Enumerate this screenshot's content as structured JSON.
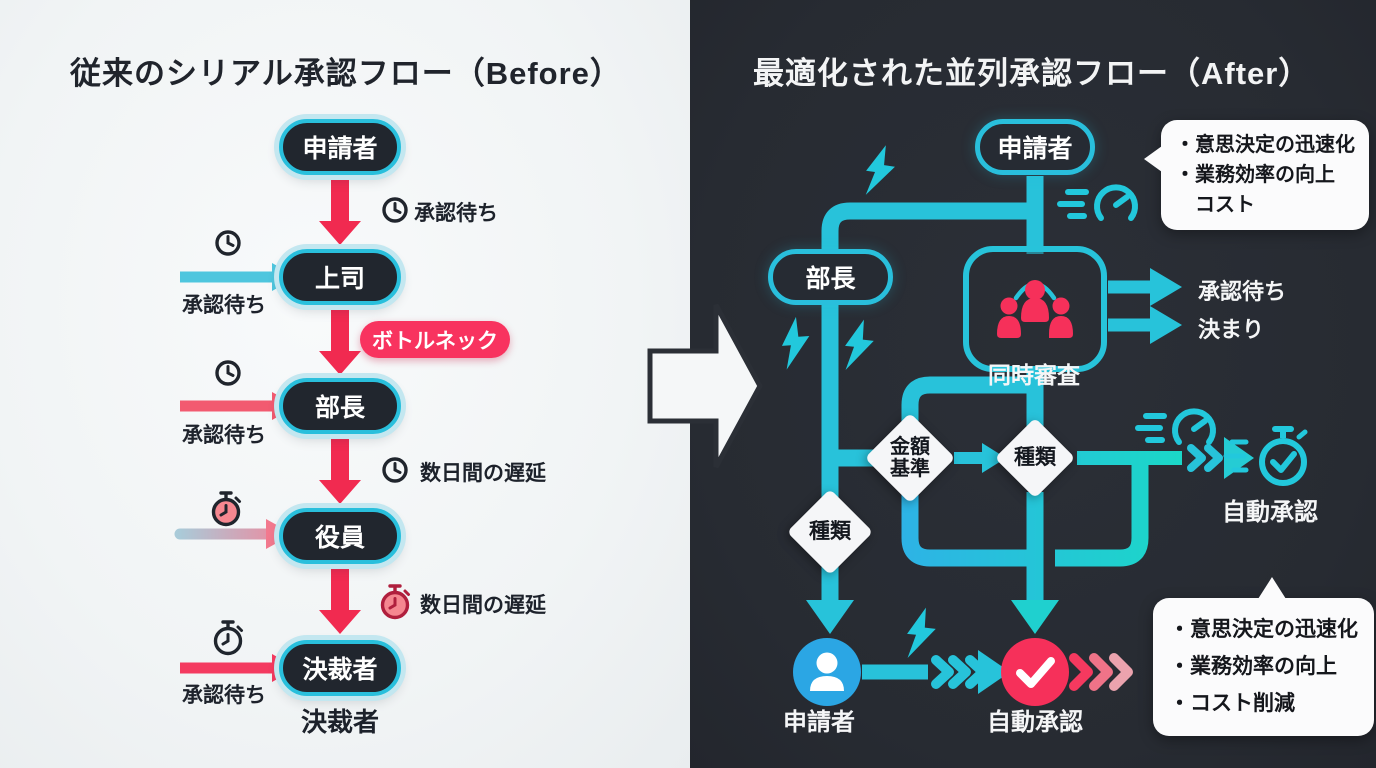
{
  "colors": {
    "cyan": "#28c2da",
    "teal": "#1bd8c8",
    "pink": "#f6305a",
    "red_arrow": "#f12a50",
    "blue": "#2ba6e4",
    "dark_bg": "#282c33",
    "light_bg": "#f3f5f6",
    "badge_pink": "#f8335f"
  },
  "left": {
    "title": "従来のシリアル承認フロー（Before）",
    "nodes": [
      {
        "label": "申請者"
      },
      {
        "label": "上司"
      },
      {
        "label": "部長"
      },
      {
        "label": "役員"
      },
      {
        "label": "決裁者"
      }
    ],
    "final_label": "決裁者",
    "bottleneck_badge": "ボトルネック",
    "labels": {
      "wait_after_applicant": "承認待ち",
      "wait_into_boss": "承認待ち",
      "wait_into_manager": "承認待ち",
      "delay_after_manager": "数日間の遅延",
      "delay_after_exec": "数日間の遅延",
      "wait_into_approver": "承認待ち"
    }
  },
  "right": {
    "title": "最適化された並列承認フロー（After）",
    "applicant_top": "申請者",
    "manager": "部長",
    "review_box_label": "同時審査",
    "arrow_wait": "承認待ち",
    "arrow_decided": "決まり",
    "diamond_amount": {
      "line1": "金額",
      "line2": "基準"
    },
    "diamond_type_center": "種類",
    "diamond_type_left": "種類",
    "auto_approve_fast": "自動承認",
    "applicant_bottom": "申請者",
    "auto_approve_bottom": "自動承認",
    "callout_top": {
      "line1": "・意思決定の迅速化",
      "line2": "・業務効率の向上",
      "line3": "コスト"
    },
    "callout_bottom": {
      "line1": "・意思決定の迅速化",
      "line2": "・業務効率の向上",
      "line3": "・コスト削減"
    }
  }
}
